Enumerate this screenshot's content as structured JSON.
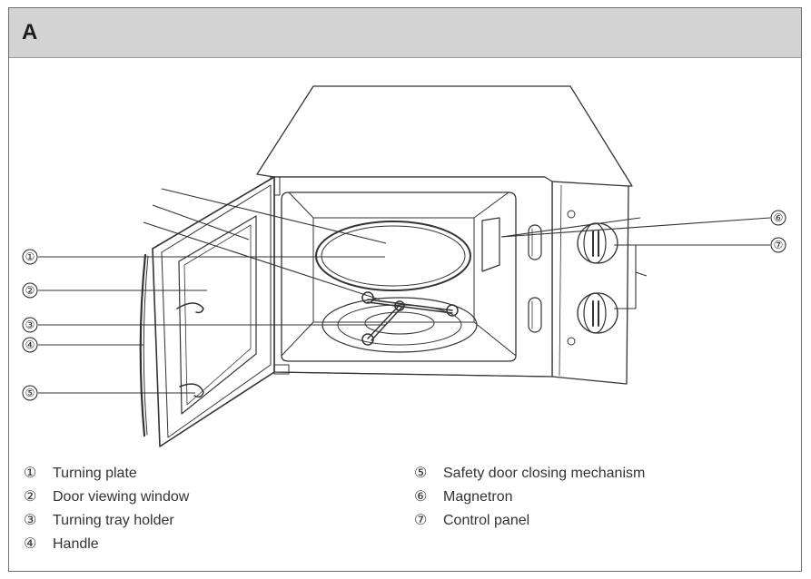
{
  "panel": {
    "title": "A"
  },
  "callouts": [
    {
      "marker": "①",
      "label": "Turning plate"
    },
    {
      "marker": "②",
      "label": "Door viewing window"
    },
    {
      "marker": "③",
      "label": "Turning tray holder"
    },
    {
      "marker": "④",
      "label": "Handle"
    },
    {
      "marker": "⑤",
      "label": "Safety door closing mechanism"
    },
    {
      "marker": "⑥",
      "label": "Magnetron"
    },
    {
      "marker": "⑦",
      "label": "Control panel"
    }
  ],
  "colors": {
    "header_bg": "#d3d3d3",
    "frame": "#6e6e6e",
    "line": "#333333"
  },
  "icons": {
    "illustration": "microwave-oven-open-door-illustration"
  }
}
